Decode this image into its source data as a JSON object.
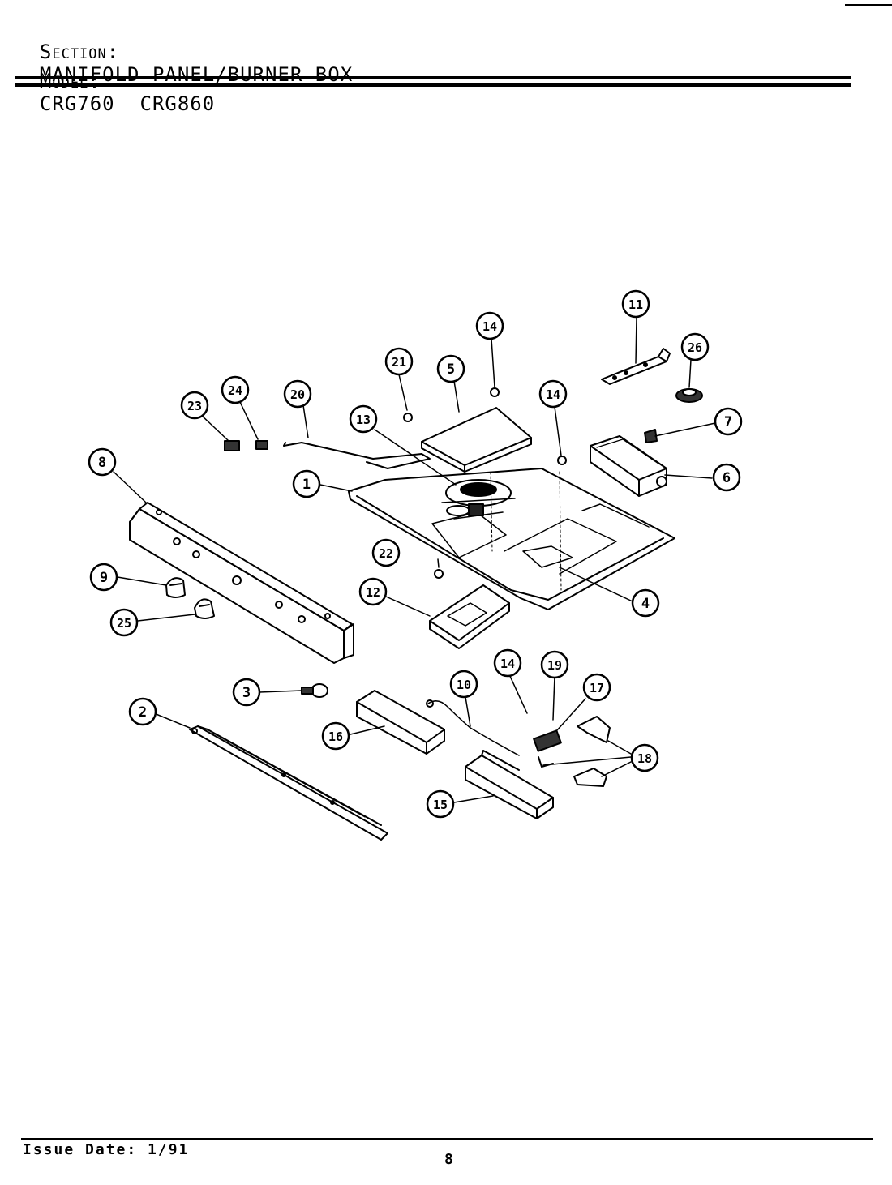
{
  "header": {
    "section_label": "Section:",
    "section_value": "MANIFOLD PANEL/BURNER BOX",
    "model_label": "Model:",
    "model_value": "CRG760  CRG860"
  },
  "callouts": [
    "1",
    "2",
    "3",
    "4",
    "5",
    "6",
    "7",
    "8",
    "9",
    "10",
    "11",
    "12",
    "13",
    "14",
    "15",
    "16",
    "17",
    "18",
    "19",
    "20",
    "21",
    "22",
    "23",
    "24",
    "25",
    "26"
  ],
  "repeated_callouts": {
    "14": 3
  },
  "footer": {
    "issue_date": "Issue Date: 1/91",
    "page_number": "8"
  }
}
